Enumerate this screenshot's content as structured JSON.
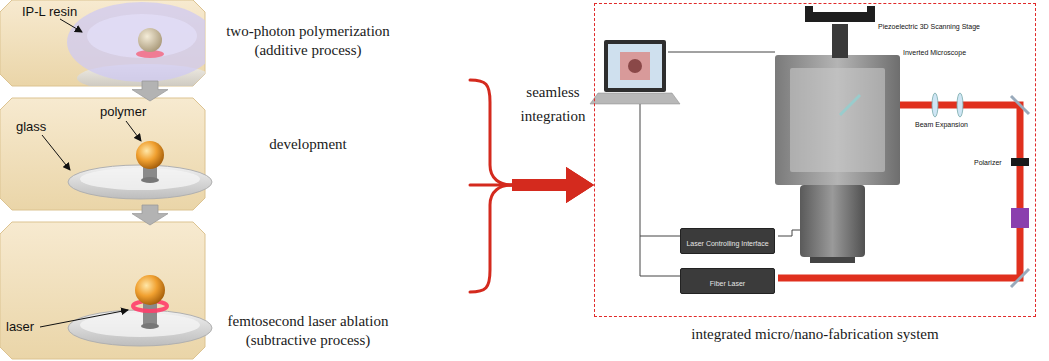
{
  "diagram": {
    "nodes": [
      {
        "text": [
          "two-photon polymerization (additive process)"
        ]
      },
      {
        "text": [
          "development"
        ]
      },
      {
        "text": [
          "femtosecond laser ablation (subtractive process)"
        ]
      },
      {
        "text": [
          "integrated micro/nano-fabrication system"
        ]
      },
      {
        "text": [
          "Laser Controlling Interface"
        ],
        "in": 3
      },
      {
        "text": [
          "Fiber Laser"
        ],
        "in": 3
      }
    ],
    "edges": [
      {
        "from": 0,
        "to": 1,
        "arrow": "to"
      },
      {
        "from": 1,
        "to": 2,
        "arrow": "to"
      },
      {
        "from": 0,
        "to": 3,
        "arrow": "to"
      },
      {
        "from": 1,
        "to": 3,
        "label": "seamless integration",
        "arrow": "to"
      },
      {
        "from": 2,
        "to": 3,
        "arrow": "to"
      }
    ],
    "labels": [
      "IP-L resin",
      "glass",
      "polymer",
      "laser",
      "Piezoelectric 3D Scanning Stage",
      "Inverted Microscope",
      "Beam Expansion",
      "Polarizer"
    ]
  }
}
